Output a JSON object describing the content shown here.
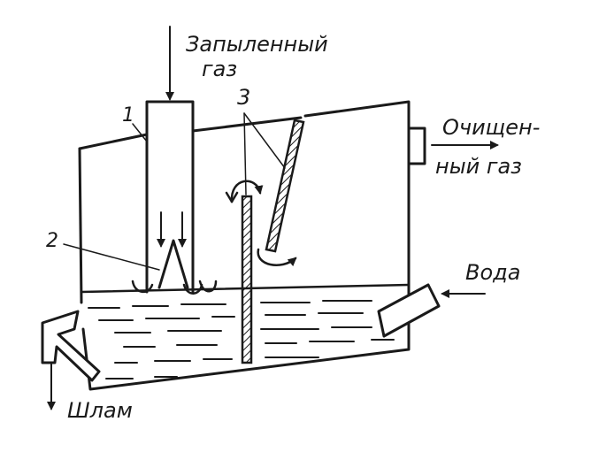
{
  "labels": {
    "dusty_gas_line1": "Запыленный",
    "dusty_gas_line2": "газ",
    "callout_1": "1",
    "callout_2": "2",
    "callout_3": "3",
    "clean_gas_line1": "Очищен-",
    "clean_gas_line2": "ный газ",
    "water": "Вода",
    "sludge": "Шлам"
  },
  "colors": {
    "ink": "#1a1a1a",
    "paper": "#ffffff"
  }
}
